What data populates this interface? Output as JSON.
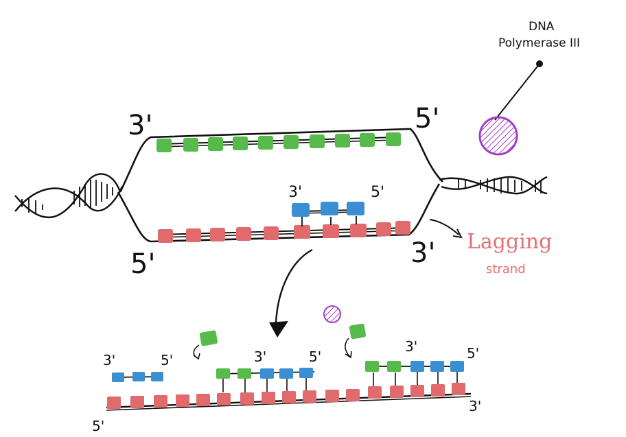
{
  "labels": {
    "top_strand_left": "3'",
    "top_strand_right": "5'",
    "bottom_strand_left": "5'",
    "bottom_strand_right": "3'",
    "primer_left": "3'",
    "primer_right": "5'",
    "lower_a_left": "3'",
    "lower_a_right": "5'",
    "lower_b_left": "3'",
    "lower_b_right": "5'",
    "lower_c_left": "3'",
    "lower_c_right": "5'",
    "lower_strand_left": "5'",
    "lower_strand_right": "3'"
  },
  "enzyme": {
    "name_line1": "DNA",
    "name_line2": "Polymerase III"
  },
  "lagging": {
    "title": "Lagging",
    "subtitle": "strand"
  },
  "colors": {
    "green": "#57bb4b",
    "red": "#e06a6c",
    "blue": "#3a8ed2",
    "purple": "#a23ec2",
    "ink": "#111111"
  }
}
